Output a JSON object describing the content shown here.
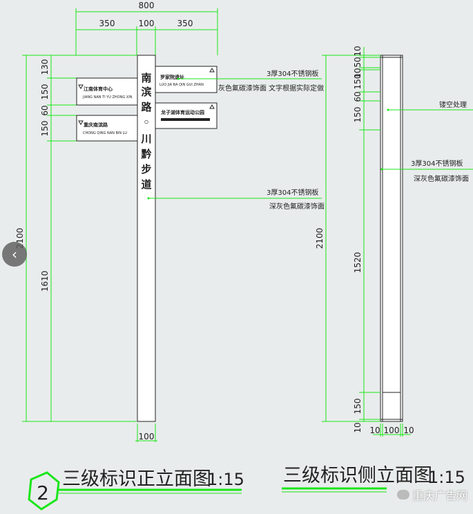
{
  "front": {
    "overall_width": "800",
    "widths": [
      "350",
      "100",
      "350"
    ],
    "left_dims": [
      "130",
      "150",
      "60",
      "150",
      "1610"
    ],
    "total_height": "2100",
    "bottom_width": "100",
    "pole_text": [
      "南",
      "滨",
      "路",
      "◦",
      "川",
      "黔",
      "步",
      "道"
    ],
    "sign_right_top_cn": "罗家院遗址",
    "sign_right_top_en": "LUO JIA BA QIN GUI ZHAN",
    "sign_right_bottom_cn": "龙子湖体育运动公园",
    "sign_left_top_cn": "江南体育中心",
    "sign_left_top_en": "JIANG NAN TI YU ZHONG XIN",
    "sign_left_bottom_cn": "重庆南滨路",
    "sign_left_bottom_en": "CHONG QING NAN BIN LU",
    "note1_line1": "3厚304不锈钢板",
    "note1_line2": "灰色氟碳漆饰面  文字根据实际定做",
    "note2_line1": "3厚304不锈钢板",
    "note2_line2": "深灰色氟碳漆饰面",
    "title": "三级标识正立面图",
    "scale": "1:15",
    "drawing_number": "2"
  },
  "side": {
    "right_dims": [
      "10",
      "50",
      "10",
      "150",
      "60",
      "150",
      "1520",
      "150",
      "10"
    ],
    "total_height": "2100",
    "bottom_dims": [
      "10",
      "100",
      "10"
    ],
    "note1": "镂空处理",
    "note2_line1": "3厚304不锈钢板",
    "note2_line2": "深灰色氟碳漆饰面",
    "title": "三级标识侧立面图",
    "scale": "1:15"
  },
  "ui": {
    "prev_arrow": "‹",
    "watermark": "重庆广告网"
  },
  "colors": {
    "background": "#e9ecec",
    "dimension_line": "#19e619",
    "linework": "#222222"
  }
}
